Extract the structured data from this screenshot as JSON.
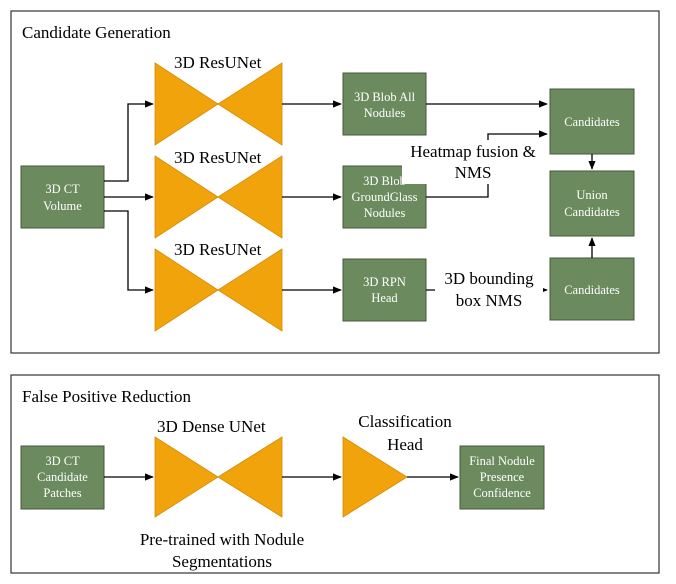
{
  "panels": {
    "candidate_generation": {
      "title": "Candidate Generation"
    },
    "false_positive_reduction": {
      "title": "False Positive Reduction"
    }
  },
  "candidate_generation": {
    "input": [
      "3D CT",
      "Volume"
    ],
    "unets": [
      {
        "label": "3D ResUNet"
      },
      {
        "label": "3D ResUNet"
      },
      {
        "label": "3D ResUNet"
      }
    ],
    "heads": [
      {
        "lines": [
          "3D Blob All",
          "Nodules"
        ]
      },
      {
        "lines": [
          "3D Blob",
          "GroundGlass",
          "Nodules"
        ]
      },
      {
        "lines": [
          "3D RPN",
          "Head"
        ]
      }
    ],
    "candidates_top": "Candidates",
    "union": [
      "Union",
      "Candidates"
    ],
    "candidates_bottom": "Candidates",
    "heatmap_label": [
      "Heatmap fusion &",
      "NMS"
    ],
    "bbox_label": [
      "3D bounding",
      "box NMS"
    ]
  },
  "false_positive_reduction": {
    "input": [
      "3D CT",
      "Candidate",
      "Patches"
    ],
    "unet": {
      "label": "3D Dense UNet"
    },
    "pretrained_label": [
      "Pre-trained with Nodule",
      "Segmentations"
    ],
    "classifier": {
      "label": [
        "Classification",
        "Head"
      ]
    },
    "output": [
      "Final Nodule",
      "Presence",
      "Confidence"
    ]
  },
  "colors": {
    "box_fill": "#6b8a5e",
    "unet_fill": "#f0a30a",
    "border": "#333333"
  }
}
